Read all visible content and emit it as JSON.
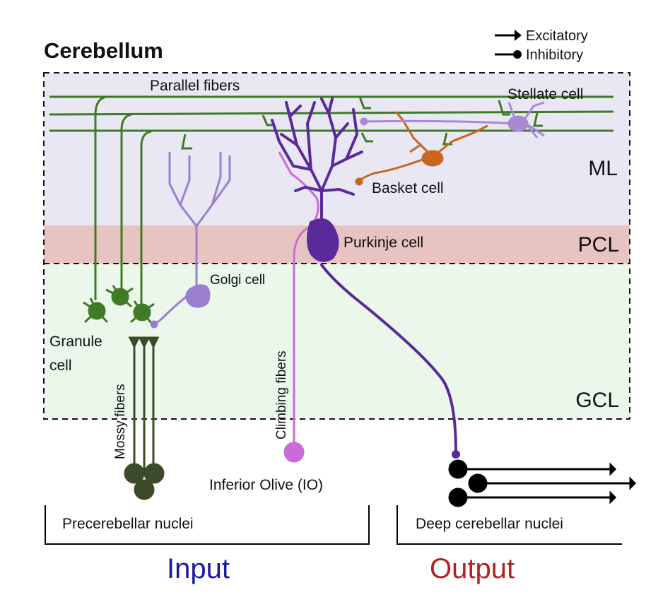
{
  "title": "Cerebellum",
  "legend": {
    "excitatory": "Excitatory",
    "inhibitory": "Inhibitory"
  },
  "layers": {
    "ml": "ML",
    "pcl": "PCL",
    "gcl": "GCL"
  },
  "cells": {
    "parallel_fibers": "Parallel fibers",
    "stellate_cell": "Stellate cell",
    "basket_cell": "Basket cell",
    "purkinje_cell": "Purkinje cell",
    "golgi_cell": "Golgi cell",
    "granule_cell_line1": "Granule",
    "granule_cell_line2": "cell",
    "mossy_fibers": "Mossy fibers",
    "climbing_fibers": "Climbing fibers",
    "inferior_olive": "Inferior Olive (IO)"
  },
  "nuclei": {
    "precerebellar": "Precerebellar nuclei",
    "deep_cerebellar": "Deep cerebellar nuclei"
  },
  "io": {
    "input": "Input",
    "output": "Output"
  },
  "colors": {
    "ml_band": "#e9e7f3",
    "pcl_band": "#e7c4c2",
    "gcl_band": "#eaf7ea",
    "granule": "#3f7a26",
    "mossy": "#3c4a2a",
    "golgi": "#9a7fd0",
    "purkinje": "#5a2a9a",
    "climbing": "#cc6ad8",
    "basket": "#c8651e",
    "stellate": "#a889d2",
    "input_text": "#1a1aa6",
    "output_text": "#b22222"
  }
}
